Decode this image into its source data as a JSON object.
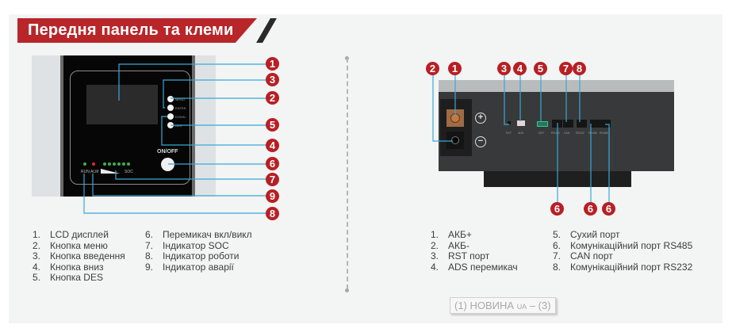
{
  "title": "Передня панель та клеми",
  "colors": {
    "accent_red": "#b8262a",
    "callout_red": "#b81f24",
    "leader_line_blue": "#39a8d6",
    "panel_bg": "#f3f4f4"
  },
  "front_panel": {
    "button_labels": [
      "MENU",
      "ENTER",
      "DOWN",
      "DES"
    ],
    "onoff_label": "ON/OFF",
    "run_label": "RUN",
    "alarm_label": "ALM",
    "soc_label": "SOC",
    "callouts": [
      "1",
      "3",
      "2",
      "5",
      "4",
      "6",
      "7",
      "9",
      "8"
    ],
    "legend_col1": [
      {
        "num": "1.",
        "text": "LCD дисплей"
      },
      {
        "num": "2.",
        "text": "Кнопка меню"
      },
      {
        "num": "3.",
        "text": "Кнопка введення"
      },
      {
        "num": "4.",
        "text": "Кнопка вниз"
      },
      {
        "num": "5.",
        "text": "Кнопка DES"
      }
    ],
    "legend_col2": [
      {
        "num": "6.",
        "text": "Перемикач вкл/викл"
      },
      {
        "num": "7.",
        "text": "Індикатор SOC"
      },
      {
        "num": "8.",
        "text": "Індикатор роботи"
      },
      {
        "num": "9.",
        "text": "Індикатор аварії"
      }
    ]
  },
  "terminals": {
    "plus_sign": "+",
    "minus_sign": "−",
    "port_labels": [
      "RST",
      "ADS",
      "DRY",
      "RS485",
      "CAN",
      "RS232",
      "RS485",
      "RS485"
    ],
    "callouts_top": [
      "2",
      "1",
      "3",
      "4",
      "5",
      "7",
      "8"
    ],
    "callouts_bottom": [
      "6",
      "6",
      "6"
    ],
    "legend_col1": [
      {
        "num": "1.",
        "text": "АКБ+"
      },
      {
        "num": "2.",
        "text": "АКБ-"
      },
      {
        "num": "3.",
        "text": "RST порт"
      },
      {
        "num": "4.",
        "text": "ADS перемикач"
      }
    ],
    "legend_col2": [
      {
        "num": "5.",
        "text": "Сухий порт"
      },
      {
        "num": "6.",
        "text": "Комунікаційний порт RS485"
      },
      {
        "num": "7.",
        "text": "CAN порт"
      },
      {
        "num": "8.",
        "text": "Комунікаційний порт RS232"
      }
    ]
  },
  "watermark": {
    "prefix": "(1) НОВИНА ",
    "ua": "UA",
    "suffix": " – (3)"
  }
}
